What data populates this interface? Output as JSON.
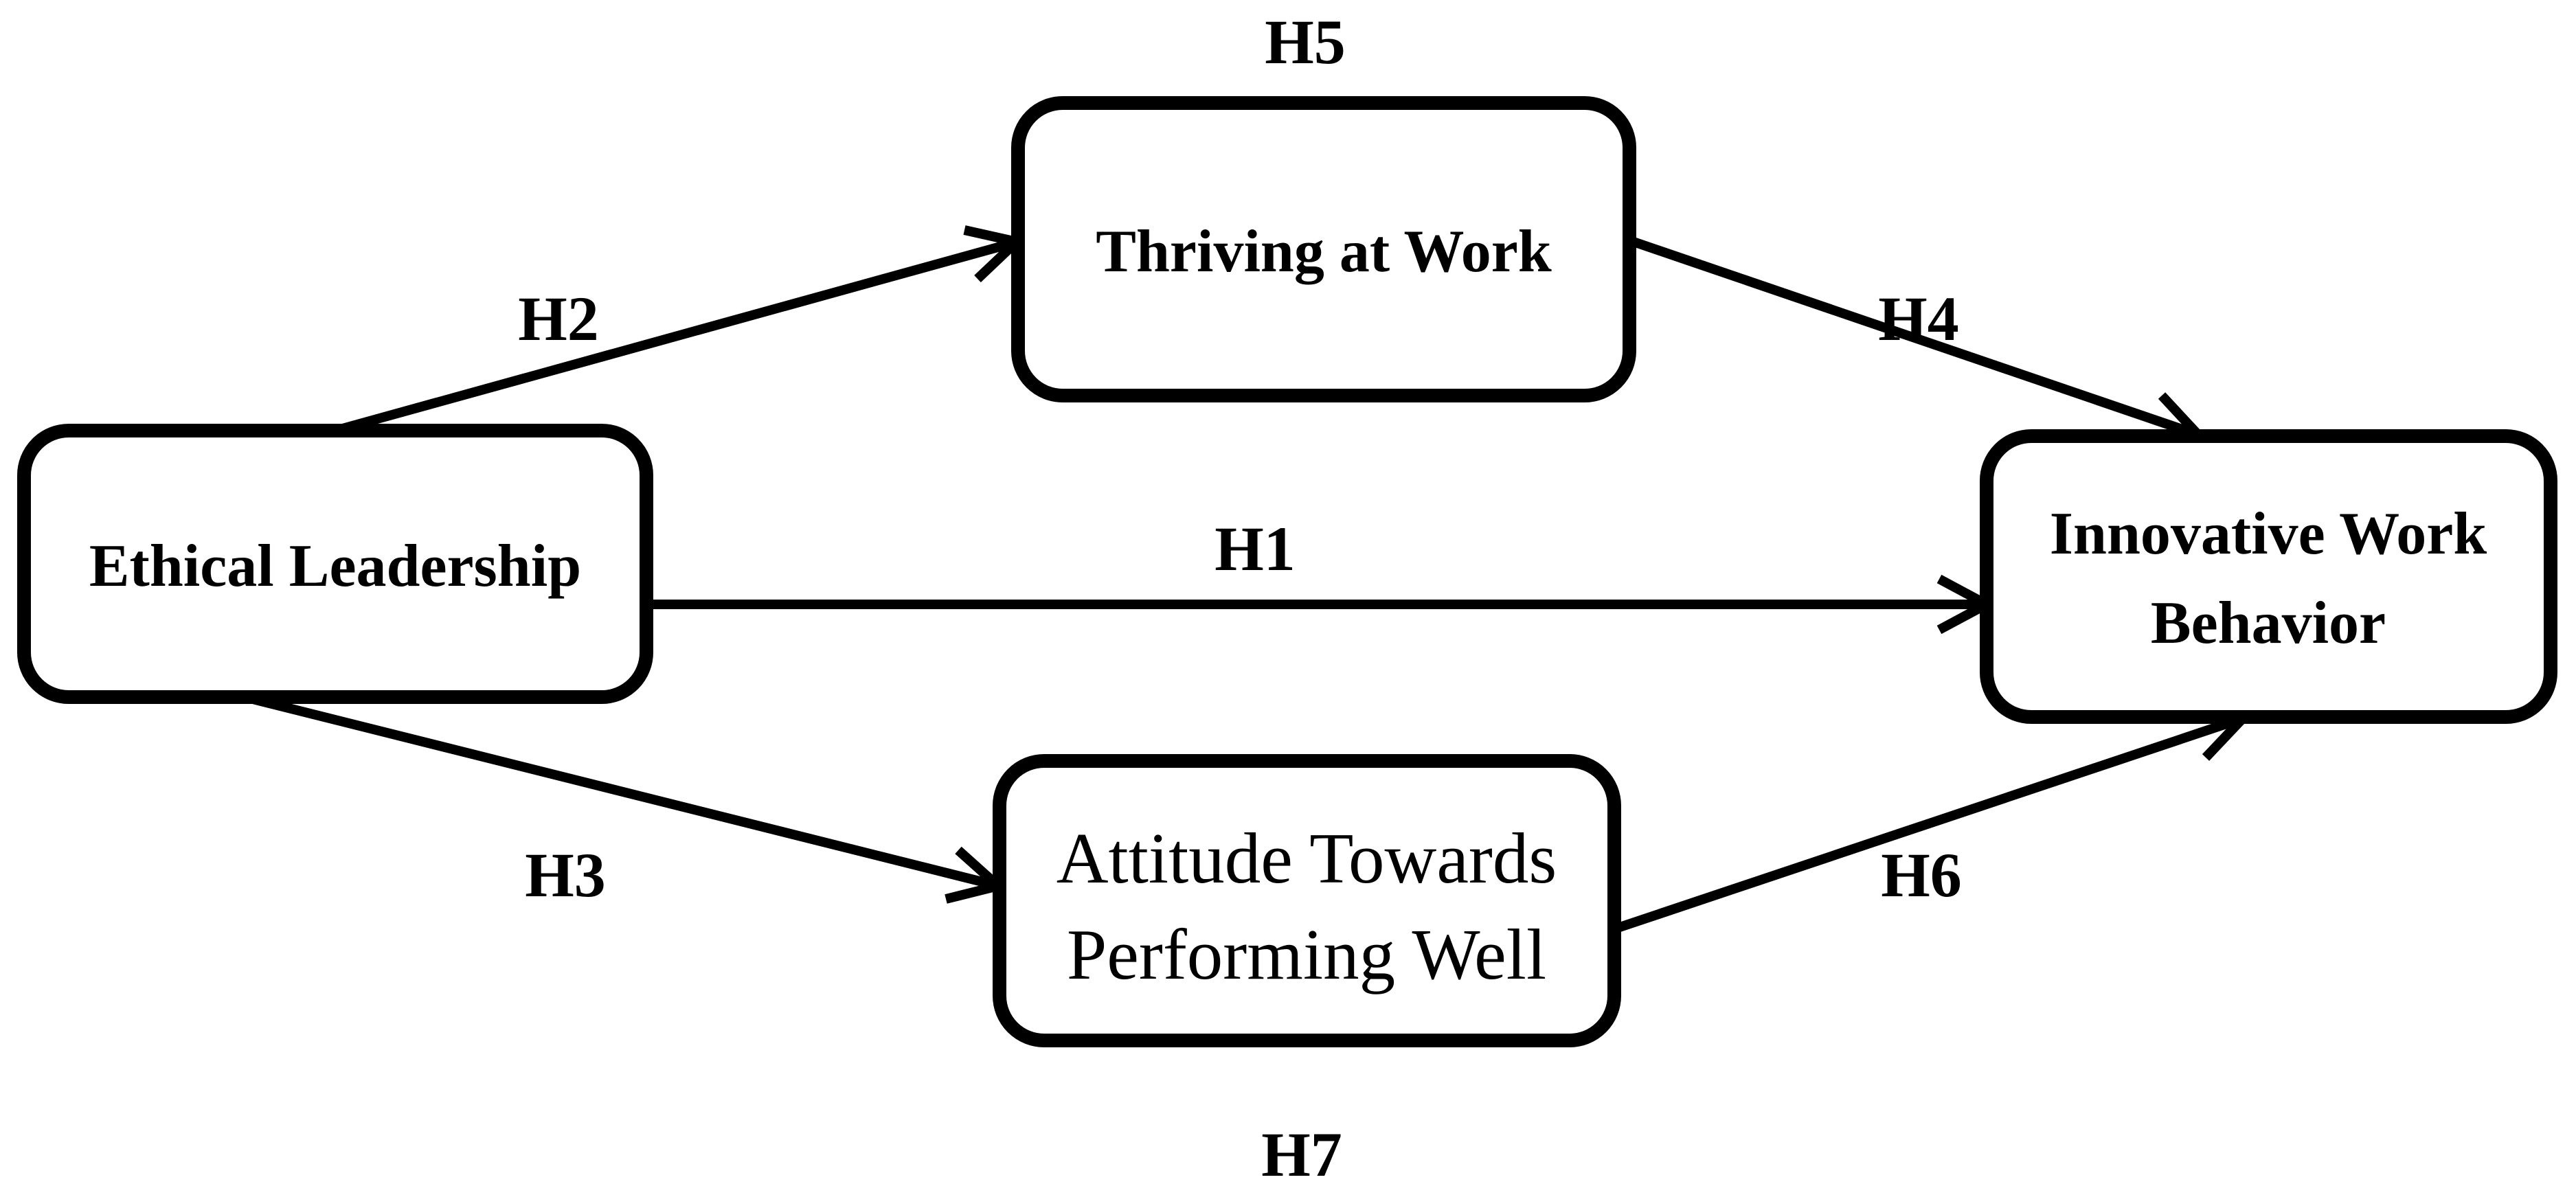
{
  "colors": {
    "ink": "#000000",
    "background": "#ffffff"
  },
  "diagram": {
    "nodes": {
      "ethical_leadership": {
        "lines": [
          "Ethical Leadership"
        ]
      },
      "thriving_at_work": {
        "lines": [
          "Thriving at Work"
        ]
      },
      "innovative_work_behavior": {
        "lines": [
          "Innovative Work",
          "Behavior"
        ]
      },
      "attitude_towards_performing_well": {
        "lines": [
          "Attitude Towards",
          "Performing Well"
        ]
      }
    },
    "hypothesis_labels": {
      "h1": "H1",
      "h2": "H2",
      "h3": "H3",
      "h4": "H4",
      "h5": "H5",
      "h6": "H6",
      "h7": "H7"
    },
    "edges": [
      {
        "from": "ethical_leadership",
        "to": "innovative_work_behavior",
        "label": "H1"
      },
      {
        "from": "ethical_leadership",
        "to": "thriving_at_work",
        "label": "H2"
      },
      {
        "from": "ethical_leadership",
        "to": "attitude_towards_performing_well",
        "label": "H3"
      },
      {
        "from": "thriving_at_work",
        "to": "innovative_work_behavior",
        "label": "H4"
      },
      {
        "from": "attitude_towards_performing_well",
        "to": "innovative_work_behavior",
        "label": "H6"
      },
      {
        "mediator_path_label": "H5",
        "position": "above thriving_at_work"
      },
      {
        "mediator_path_label": "H7",
        "position": "below attitude_towards_performing_well"
      }
    ]
  }
}
